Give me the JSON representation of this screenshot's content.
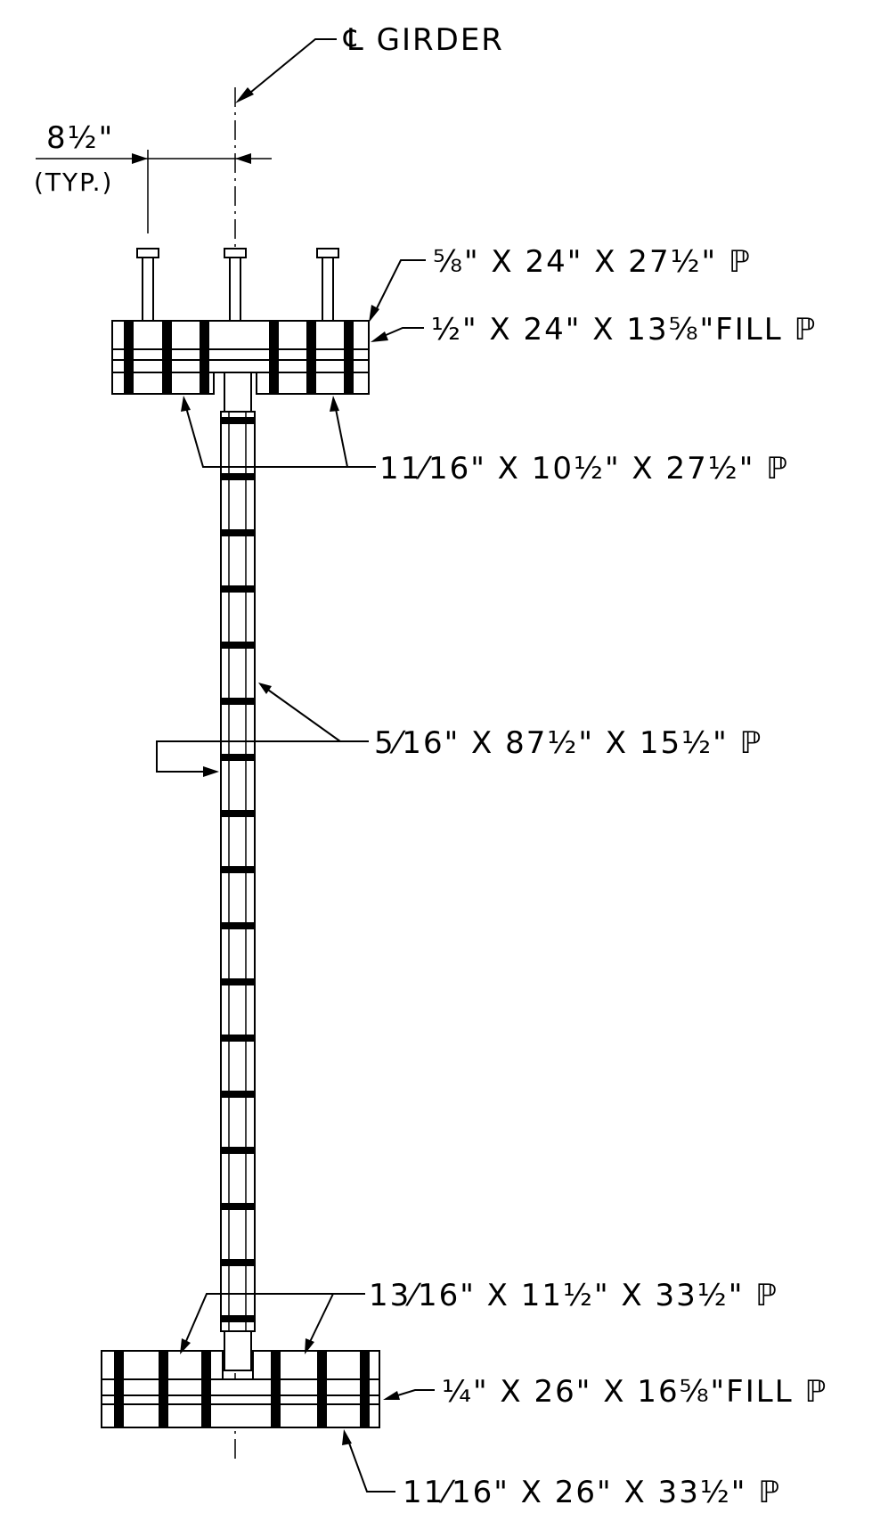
{
  "drawing": {
    "centerline_label": "℄ GIRDER",
    "dimension": {
      "value": "8½\"",
      "note": "(TYP.)"
    },
    "callouts": {
      "top_cover_plate": "⅝\" X 24\" X 27½\" ℙ",
      "top_fill_plate": "½\" X 24\" X 13⅝\"FILL ℙ",
      "top_splice_plates": "11⁄16\" X 10½\" X 27½\" ℙ",
      "web_splice_plate": "5⁄16\" X 87½\" X 15½\" ℙ",
      "bottom_splice_plates": "13⁄16\" X 11½\" X 33½\" ℙ",
      "bottom_fill_plate": "¼\" X 26\" X 16⅝\"FILL ℙ",
      "bottom_cover_plate": "11⁄16\" X 26\" X 33½\" ℙ"
    }
  }
}
